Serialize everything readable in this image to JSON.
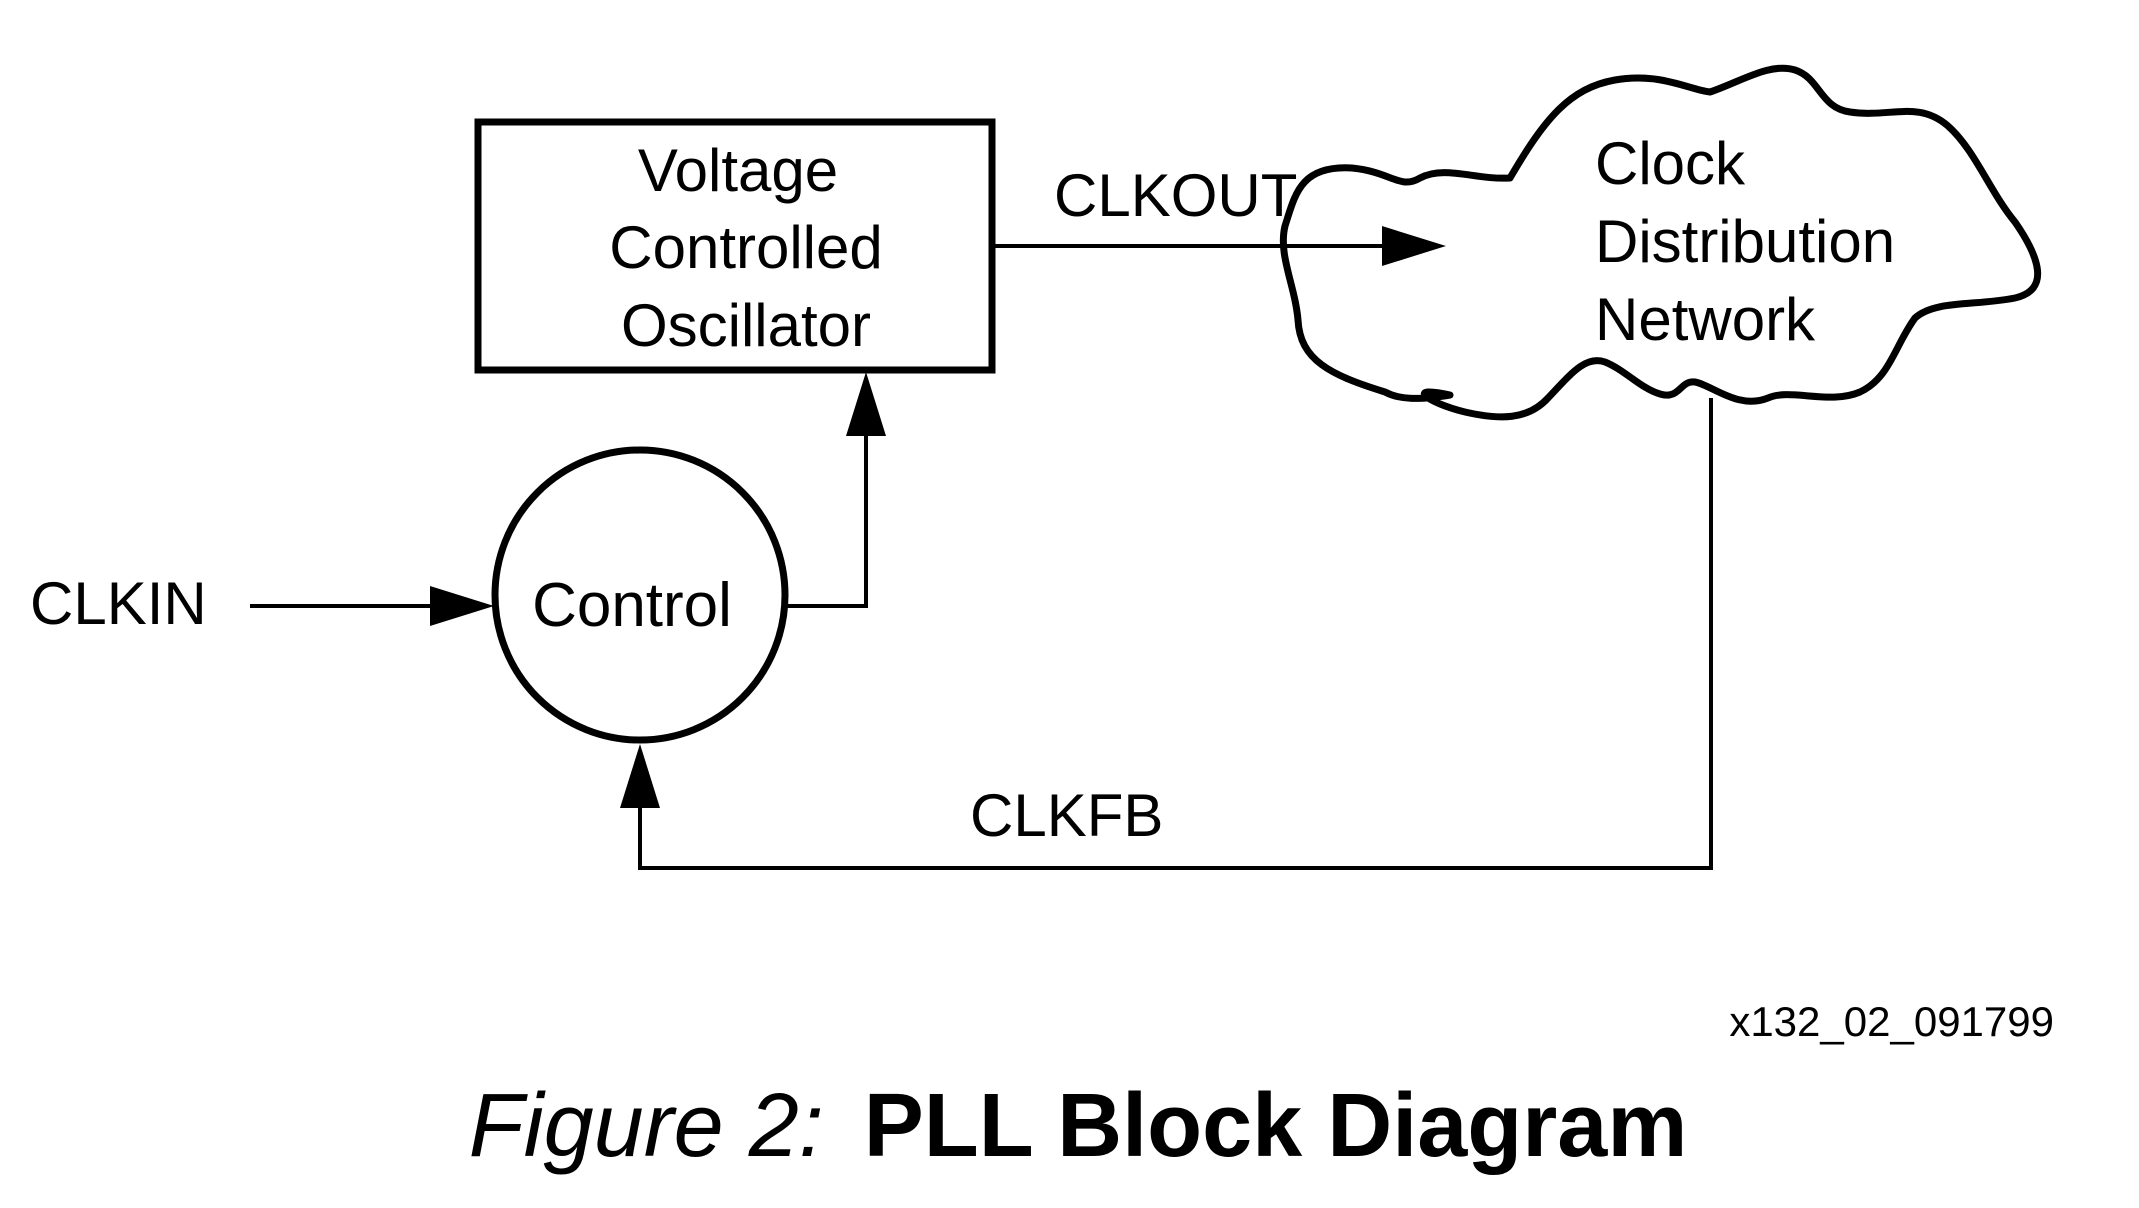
{
  "vco": {
    "line1": "Voltage",
    "line2": "Controlled",
    "line3": "Oscillator"
  },
  "control": {
    "label": "Control"
  },
  "cloud": {
    "line1": "Clock",
    "line2": "Distribution",
    "line3": "Network"
  },
  "signals": {
    "clkin": "CLKIN",
    "clkout": "CLKOUT",
    "clkfb": "CLKFB"
  },
  "figure_id": "x132_02_091799",
  "caption": {
    "prefix": "Figure 2:",
    "title": "PLL Block Diagram"
  }
}
